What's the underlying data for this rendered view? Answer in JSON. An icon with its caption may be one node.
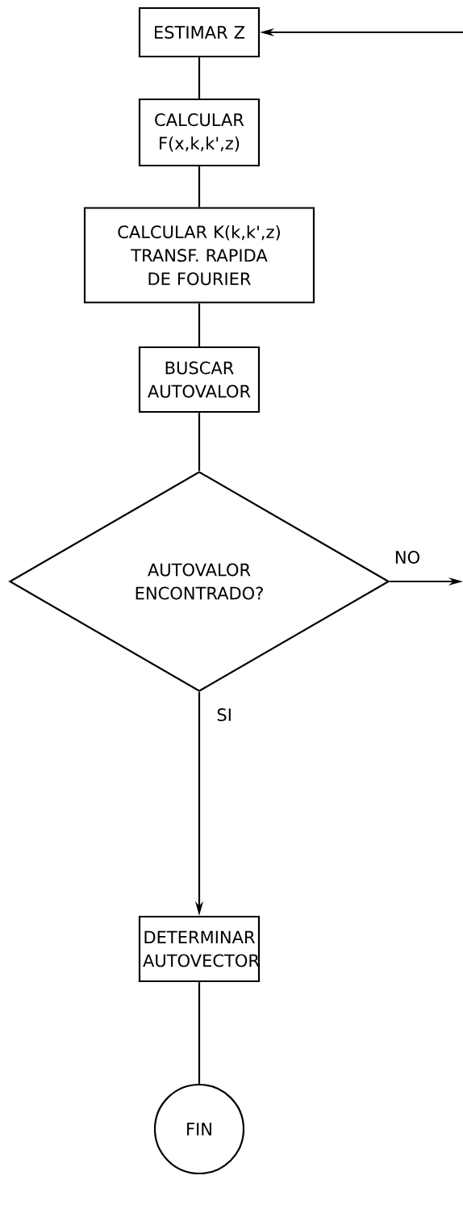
{
  "diagram": {
    "nodes": [
      {
        "text": [
          "ESTIMAR Z"
        ]
      },
      {
        "text": [
          "CALCULAR F(x,k,k',z)"
        ]
      },
      {
        "text": [
          "CALCULAR K(k,k',z) TRANSF. RAPIDA DE FOURIER"
        ]
      },
      {
        "text": [
          "BUSCAR AUTOVALOR"
        ]
      },
      {
        "text": [
          "AUTOVALOR ENCONTRADO?"
        ]
      },
      {
        "text": [
          "DETERMINAR AUTOVECTOR"
        ]
      },
      {
        "text": [
          "FIN"
        ]
      }
    ],
    "edges": [
      {
        "from": 0,
        "to": 1,
        "arrow": "none"
      },
      {
        "from": 1,
        "to": 2,
        "arrow": "none"
      },
      {
        "from": 2,
        "to": 3,
        "arrow": "none"
      },
      {
        "from": 3,
        "to": 4,
        "arrow": "none"
      },
      {
        "from": 4,
        "to": 5,
        "arrow": "to",
        "label": "SI"
      },
      {
        "from": 5,
        "to": 6,
        "arrow": "none"
      },
      {
        "from": 4,
        "to": null,
        "arrow": "to",
        "label": "NO"
      },
      {
        "from": null,
        "to": 0,
        "arrow": "to"
      }
    ]
  }
}
